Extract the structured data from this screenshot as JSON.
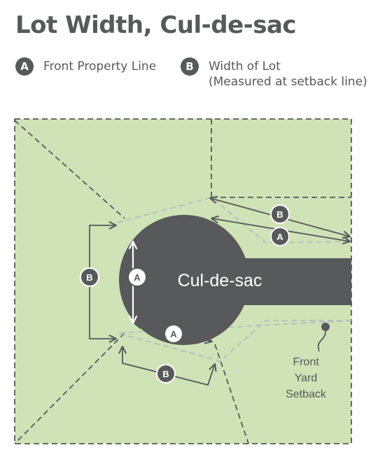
{
  "title": "Lot Width, Cul-de-sac",
  "legend": [
    {
      "badge": "A",
      "label": "Front Property Line",
      "sublabel": ""
    },
    {
      "badge": "B",
      "label": "Width of Lot",
      "sublabel": "(Measured at setback line)"
    }
  ],
  "diagram": {
    "cul_de_sac_label": "Cul-de-sac",
    "setback_label_lines": [
      "Front",
      "Yard",
      "Setback"
    ],
    "markers": {
      "a": "A",
      "b": "B"
    }
  },
  "colors": {
    "lot_fill": "#cfe3b6",
    "road": "#58595b",
    "lines": "#58595b",
    "setback_line": "#b8bcc0",
    "text": "#58595b"
  }
}
